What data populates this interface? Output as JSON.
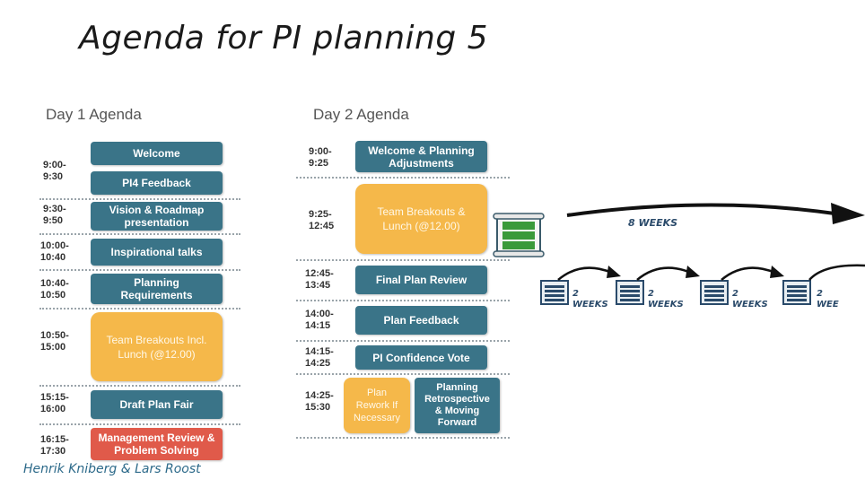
{
  "title": "Agenda for PI planning 5",
  "day1": {
    "heading": "Day 1 Agenda",
    "times": [
      "9:00-\n9:30",
      "9:30-\n9:50",
      "10:00-\n10:40",
      "10:40-\n10:50",
      "10:50-\n15:00",
      "15:15-\n16:00",
      "16:15-\n17:30"
    ],
    "blocks": [
      "Welcome",
      "PI4 Feedback",
      "Vision & Roadmap presentation",
      "Inspirational talks",
      "Planning Requirements",
      "Team Breakouts Incl. Lunch (@12.00)",
      "Draft Plan Fair",
      "Management Review & Problem Solving"
    ]
  },
  "day2": {
    "heading": "Day 2 Agenda",
    "times": [
      "9:00-\n9:25",
      "9:25-\n12:45",
      "12:45-\n13:45",
      "14:00-\n14:15",
      "14:15-\n14:25",
      "14:25-\n15:30"
    ],
    "blocks": [
      "Welcome & Planning Adjustments",
      "Team Breakouts & Lunch (@12.00)",
      "Final Plan Review",
      "Plan Feedback",
      "PI Confidence Vote",
      "Plan Rework If Necessary",
      "Planning Retrospective & Moving Forward"
    ]
  },
  "timeline": {
    "big_label": "8 WEEKS",
    "sprint_label_num": "2",
    "sprint_label_unit": "WEEKS",
    "sprint_label_cut": "WEE"
  },
  "footer": "Henrik Kniberg & Lars Roost",
  "colors": {
    "teal": "#3a7488",
    "orange": "#f5b84a",
    "red": "#e05a4a",
    "accent": "#2a4a6a"
  }
}
